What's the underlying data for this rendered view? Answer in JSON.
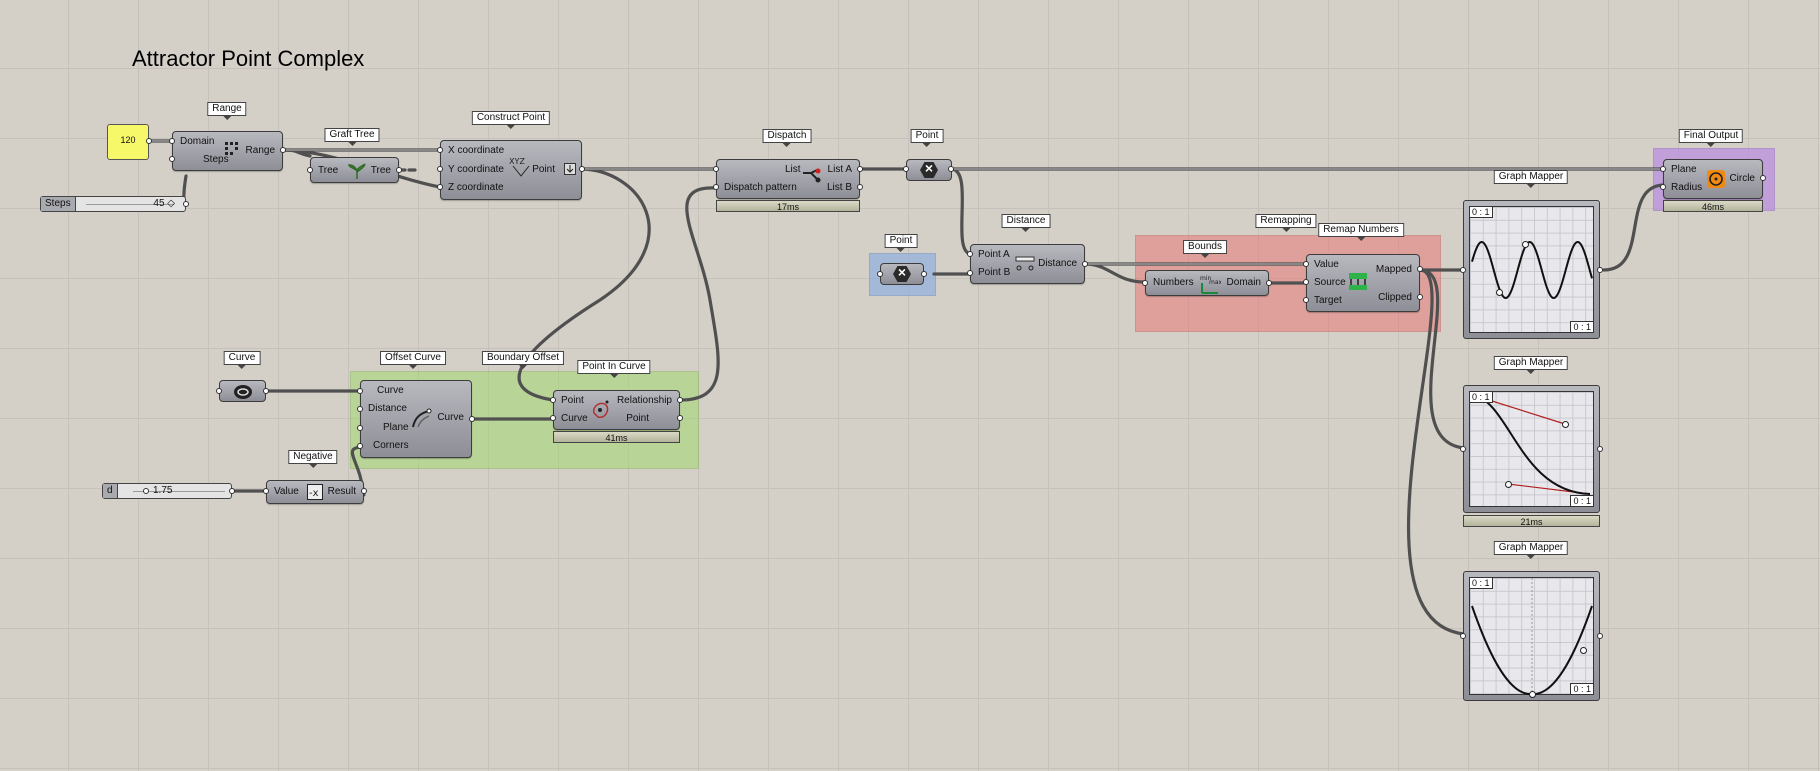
{
  "canvas": {
    "title": "Attractor Point Complex"
  },
  "groups": {
    "boundary_offset": {
      "label": "Boundary Offset"
    },
    "remapping": {
      "label": "Remapping"
    },
    "final_output": {
      "label": "Final Output"
    }
  },
  "params": {
    "number_panel": {
      "value": "120"
    },
    "steps_slider": {
      "name": "Steps",
      "value": "45 ◇"
    },
    "d_slider": {
      "name": "d",
      "value": "1.75"
    },
    "point_top": {
      "nick": "Point"
    },
    "point_left": {
      "nick": "Point"
    },
    "curve": {
      "nick": "Curve"
    }
  },
  "components": {
    "range": {
      "nick": "Range",
      "inputs": [
        "Domain",
        "Steps"
      ],
      "outputs": [
        "Range"
      ]
    },
    "graft_tree": {
      "nick": "Graft Tree",
      "inputs": [
        "Tree"
      ],
      "outputs": [
        "Tree"
      ]
    },
    "construct_point": {
      "nick": "Construct Point",
      "inputs": [
        "X coordinate",
        "Y coordinate",
        "Z coordinate"
      ],
      "outputs": [
        "Point"
      ]
    },
    "dispatch": {
      "nick": "Dispatch",
      "inputs": [
        "List",
        "Dispatch pattern"
      ],
      "outputs": [
        "List A",
        "List B"
      ],
      "timer": "17ms"
    },
    "distance": {
      "nick": "Distance",
      "inputs": [
        "Point A",
        "Point B"
      ],
      "outputs": [
        "Distance"
      ]
    },
    "bounds": {
      "nick": "Bounds",
      "inputs": [
        "Numbers"
      ],
      "outputs": [
        "Domain"
      ]
    },
    "remap_numbers": {
      "nick": "Remap Numbers",
      "inputs": [
        "Value",
        "Source",
        "Target"
      ],
      "outputs": [
        "Mapped",
        "Clipped"
      ]
    },
    "offset_curve": {
      "nick": "Offset Curve",
      "inputs": [
        "Curve",
        "Distance",
        "Plane",
        "Corners"
      ],
      "outputs": [
        "Curve"
      ]
    },
    "point_in_curve": {
      "nick": "Point In Curve",
      "inputs": [
        "Point",
        "Curve"
      ],
      "outputs": [
        "Relationship",
        "Point"
      ],
      "timer": "41ms"
    },
    "negative": {
      "nick": "Negative",
      "inputs": [
        "Value"
      ],
      "outputs": [
        "Result"
      ]
    },
    "circle": {
      "inputs": [
        "Plane",
        "Radius"
      ],
      "outputs": [
        "Circle"
      ],
      "timer": "46ms"
    }
  },
  "graph_mappers": [
    {
      "nick": "Graph Mapper",
      "tag_tl": "0 : 1",
      "tag_br": "0 : 1",
      "type": "sine"
    },
    {
      "nick": "Graph Mapper",
      "tag_tl": "0 : 1",
      "tag_br": "0 : 1",
      "type": "bezier",
      "timer": "21ms"
    },
    {
      "nick": "Graph Mapper",
      "tag_tl": "0 : 1",
      "tag_br": "0 : 1",
      "type": "parabola"
    }
  ],
  "colors": {
    "canvas": "#d4d0c8",
    "panel": "#f7f76a",
    "green_group": "#a0d76e",
    "red_group": "#e87878",
    "blue_group": "#82aae1",
    "purple_group": "#b98ce1"
  }
}
